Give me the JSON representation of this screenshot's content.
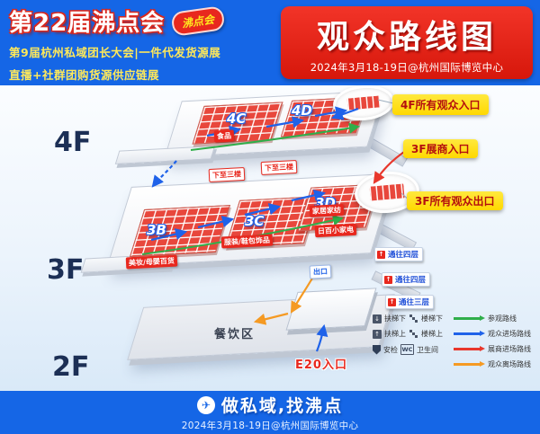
{
  "header": {
    "title": "第22届沸点会",
    "logo_badge": "沸点会",
    "subtitle1": "第9届杭州私域团长大会|一件代发货源展",
    "subtitle2": "直播+社群团购货源供应链展",
    "banner_title": "观众路线图",
    "banner_date": "2024年3月18-19日@杭州国际博览中心"
  },
  "floors": {
    "f4": {
      "label": "4F",
      "hall_c": "4C",
      "hall_d": "4D",
      "zone_food": "食品",
      "down1": "下至三楼",
      "down2": "下至三楼"
    },
    "f3": {
      "label": "3F",
      "hall_b": "3B",
      "hall_c": "3C",
      "hall_d": "3D",
      "zone_beauty": "美妆/母婴百货",
      "zone_clothing": "服装/鞋包饰品",
      "zone_home": "家居家纺",
      "zone_daily": "日百小家电",
      "exit": "出口"
    },
    "f2": {
      "label": "2F",
      "dining": "餐饮区",
      "entrance": "E20入口"
    }
  },
  "callouts": {
    "c4f_entry": "4F所有观众入口",
    "c3f_exhibitor": "3F展商入口",
    "c3f_exit": "3F所有观众出口"
  },
  "waylabels": {
    "to4_a": "通往四层",
    "to4_b": "通往四层",
    "to3": "通往三层"
  },
  "legend": {
    "esc_down": "扶梯下",
    "stair_down": "楼梯下",
    "esc_up": "扶梯上",
    "stair_up": "楼梯上",
    "security": "安检",
    "toilet": "卫生间",
    "routes": [
      {
        "label": "参观路线",
        "color": "#2fae4a"
      },
      {
        "label": "观众进场路线",
        "color": "#1f62e9"
      },
      {
        "label": "展商进场路线",
        "color": "#e8372c"
      },
      {
        "label": "观众离场路线",
        "color": "#f59a23"
      }
    ]
  },
  "colors": {
    "header_blue": "#1566e6",
    "accent_red": "#e8281e",
    "callout_yellow": "#ffe400"
  },
  "icons": {
    "plane": "✈",
    "up_arrow": "↑",
    "esc_down": "↓",
    "esc_up": "↑",
    "wc": "WC"
  },
  "footer": {
    "slogan": "做私域,找沸点",
    "date": "2024年3月18-19日@杭州国际博览中心"
  }
}
